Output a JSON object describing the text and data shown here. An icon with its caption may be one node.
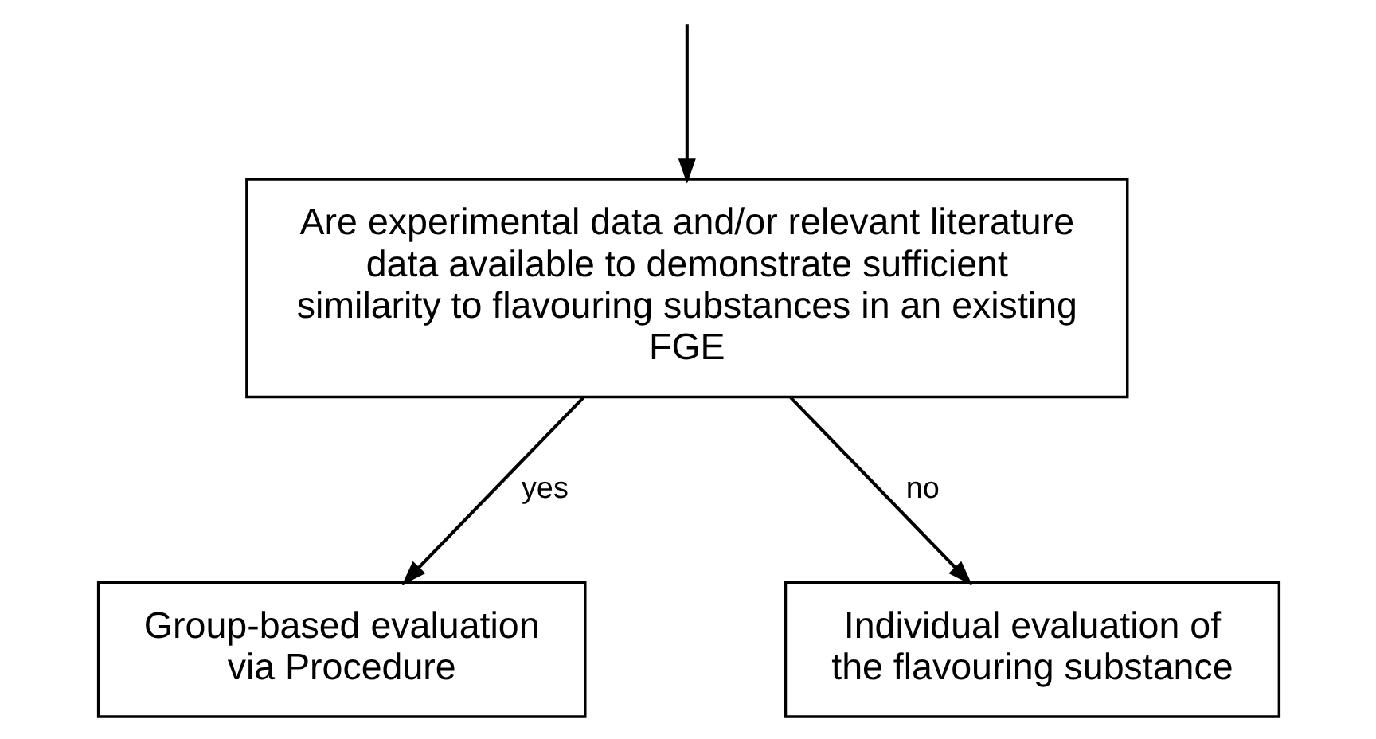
{
  "diagram": {
    "nodes": [
      {
        "text": [
          "Are experimental data and/or relevant literature data available to demonstrate sufficient similarity to flavouring substances in an existing FGE"
        ]
      },
      {
        "text": [
          "Group-based evaluation via Procedure"
        ]
      },
      {
        "text": [
          "Individual evaluation of the flavouring substance"
        ]
      }
    ],
    "edges": [
      {
        "from": null,
        "to": 0,
        "arrow": "to"
      },
      {
        "from": 0,
        "to": 1,
        "arrow": "to",
        "label": "yes"
      },
      {
        "from": 0,
        "to": 2,
        "arrow": "to",
        "label": "no"
      }
    ]
  }
}
